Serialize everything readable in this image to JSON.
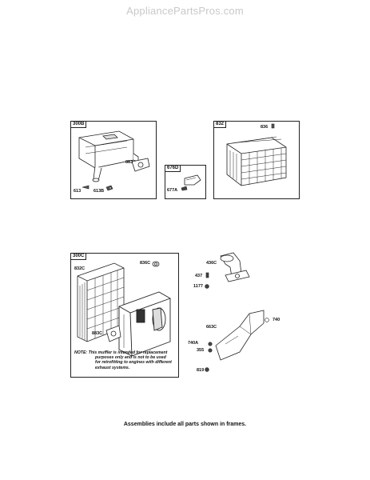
{
  "watermark": "AppliancePartsPros.com",
  "frame_muffler": {
    "tag": "300B",
    "parts": {
      "p883": "883",
      "p613": "613",
      "p613B": "613B"
    }
  },
  "frame_deflector": {
    "tag": "676D",
    "parts": {
      "p677A": "677A"
    }
  },
  "frame_guard": {
    "tag": "832",
    "parts": {
      "p836": "836"
    }
  },
  "frame_muffler_assembly": {
    "tag": "300C",
    "parts": {
      "p832C": "832C",
      "p836C": "836C",
      "p883C": "883C"
    },
    "note_lines": [
      "NOTE: This muffler is intended for replacement",
      "purposes only and is not to be used",
      "for retrofitting to engines with different",
      "exhaust systems."
    ]
  },
  "loose_parts": {
    "p436C": "436C",
    "p437": "437",
    "p1177": "1177",
    "p663C": "663C",
    "p740": "740",
    "p740A": "740A",
    "p355": "355",
    "p819": "819"
  },
  "footer": "Assemblies include all parts shown in frames."
}
